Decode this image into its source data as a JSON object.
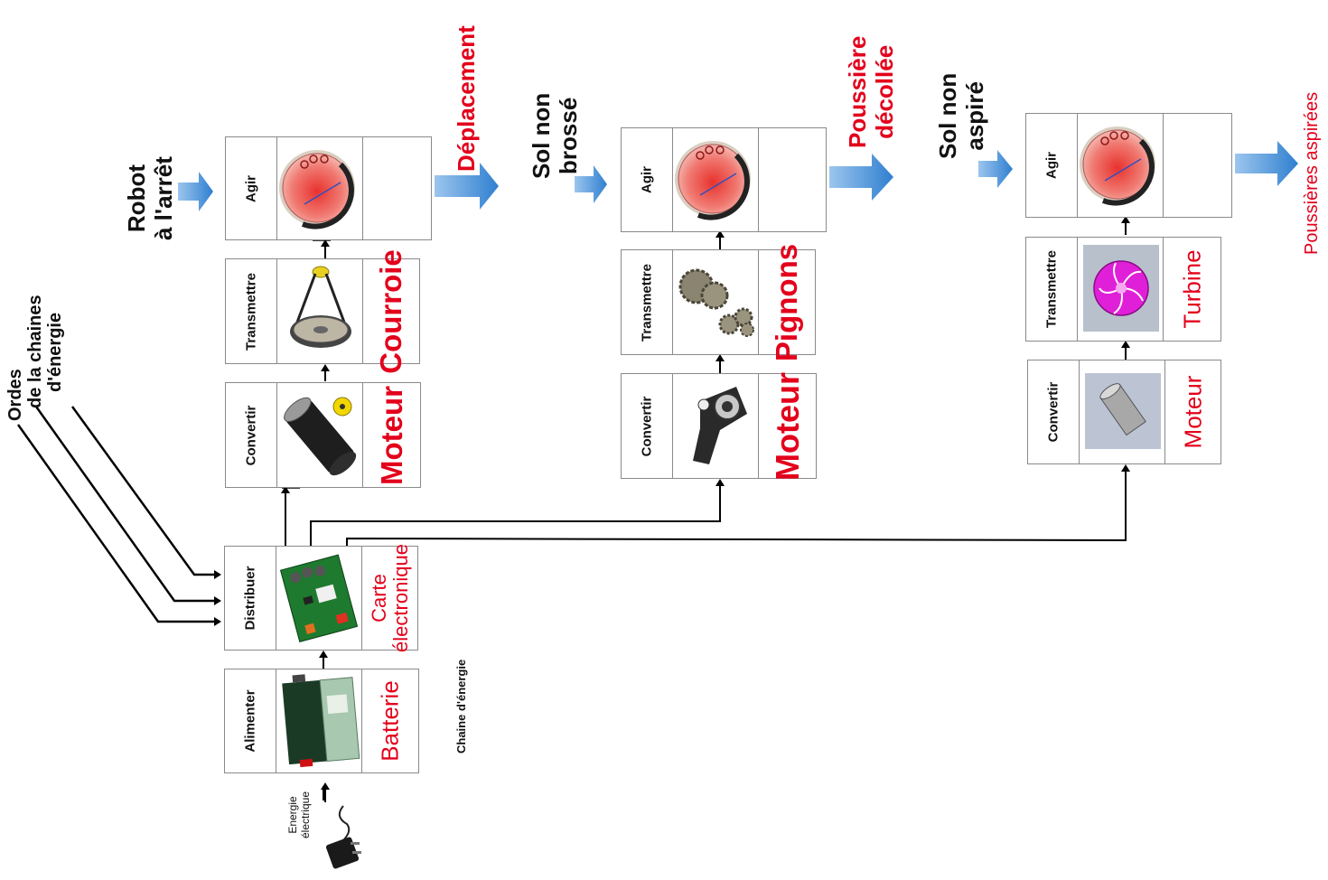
{
  "functions": {
    "agir": "Agir",
    "transmettre": "Transmettre",
    "convertir": "Convertir",
    "distribuer": "Distribuer",
    "alimenter": "Alimenter"
  },
  "components": {
    "courroie": "Courroie",
    "moteur": "Moteur",
    "pignons": "Pignons",
    "turbine": "Turbine",
    "carte_line1": "Carte",
    "carte_line2": "électronique",
    "batterie": "Batterie"
  },
  "flows": {
    "robot_line1": "Robot",
    "robot_line2": "à l'arrêt",
    "deplacement": "Déplacement",
    "sol_brosse_line1": "Sol non",
    "sol_brosse_line2": "brossé",
    "poussiere_line1": "Poussière",
    "poussiere_line2": "décollée",
    "sol_aspire_line1": "Sol non",
    "sol_aspire_line2": "aspiré",
    "poussieres_aspirees": "Poussières aspirées"
  },
  "orders": {
    "line1": "Ordes",
    "line2": "de la chaines",
    "line3": "d'énergie"
  },
  "energy_input": {
    "line1": "Energie",
    "line2": "électrique"
  },
  "chain_label": "Chaine d'énergie",
  "colors": {
    "accent_red": "#e3001b",
    "arrow_blue": "#4a8fd6",
    "box_border": "#8a8a8a"
  }
}
